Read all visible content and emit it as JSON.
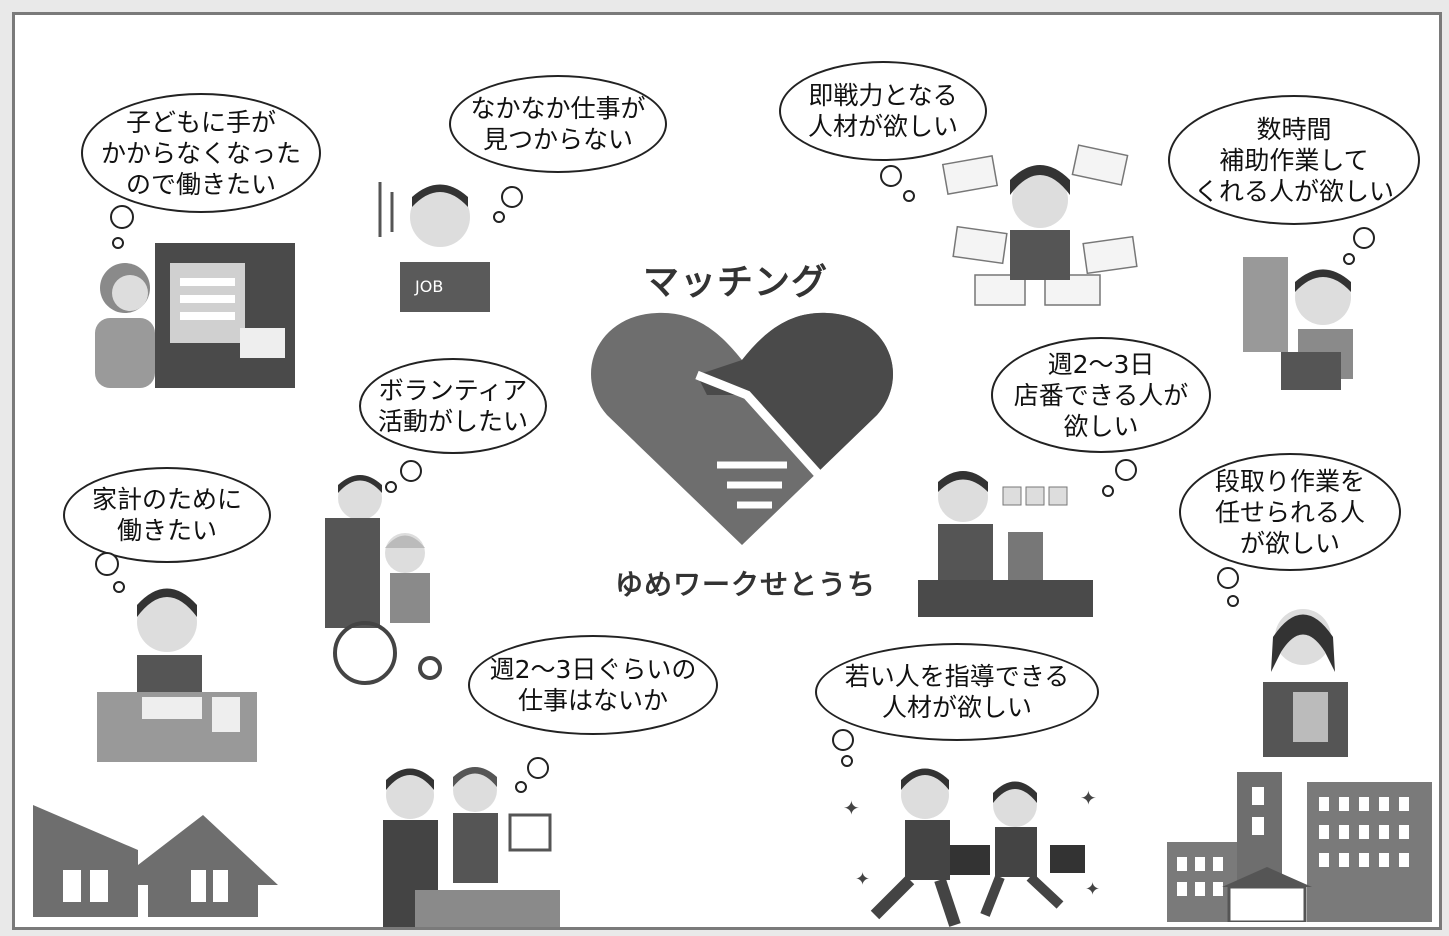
{
  "center": {
    "title": "マッチング",
    "brand": "ゆめワークせとうち"
  },
  "bubbles": {
    "kids": "子どもに手が\nかからなくなった\nので働きたい",
    "nojob": "なかなか仕事が\n見つからない",
    "sokusen": "即戦力となる\n人材が欲しい",
    "hojo": "数時間\n補助作業して\nくれる人が欲しい",
    "volunteer": "ボランティア\n活動がしたい",
    "tenban": "週2～3日\n店番できる人が\n欲しい",
    "kakei": "家計のために\n働きたい",
    "dandori": "段取り作業を\n任せられる人\nが欲しい",
    "shuu": "週2～3日ぐらいの\n仕事はないか",
    "shidou": "若い人を指導できる\n人材が欲しい"
  },
  "book_label": "JOB",
  "colors": {
    "gray": "#6e6e6e",
    "dark": "#4a4a4a",
    "light": "#bdbdbd"
  }
}
